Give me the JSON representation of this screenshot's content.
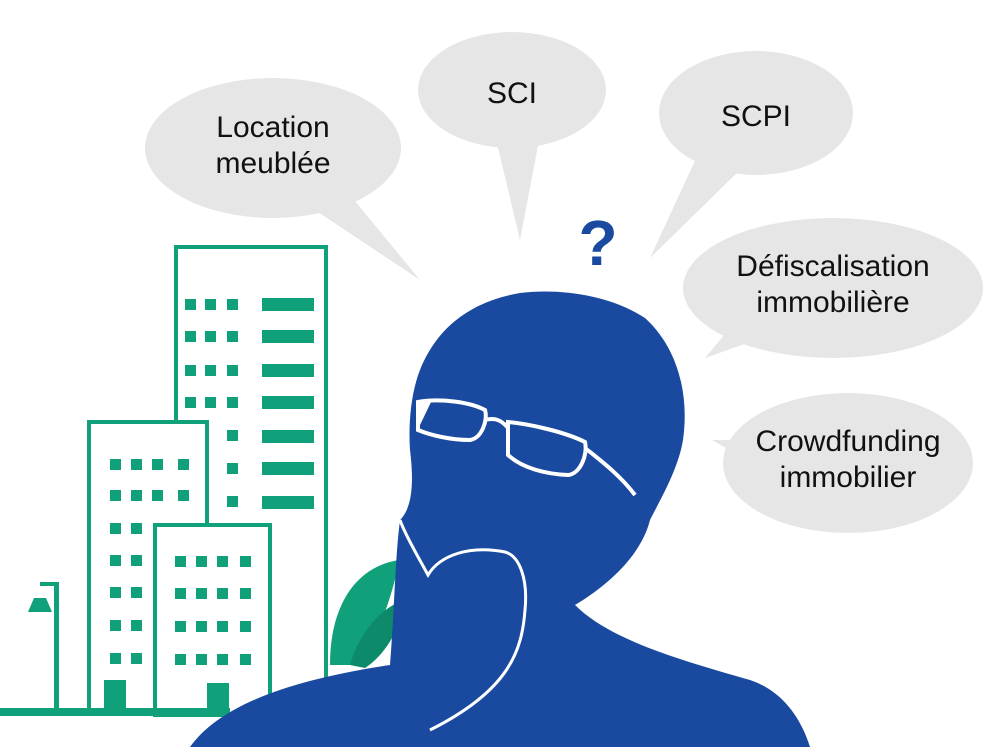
{
  "bubbles": {
    "location_meublee": [
      "Location",
      "meublée"
    ],
    "sci": [
      "SCI"
    ],
    "scpi": [
      "SCPI"
    ],
    "defiscalisation": [
      "Défiscalisation",
      "immobilière"
    ],
    "crowdfunding": [
      "Crowdfunding",
      "immobilier"
    ]
  },
  "question_mark": "?",
  "colors": {
    "bubble": "#e6e6e6",
    "person": "#1a4aa0",
    "building": "#10a07a",
    "background": "#ffffff"
  },
  "icons": [
    "thinking-person-icon",
    "buildings-icon",
    "street-lamp-icon",
    "plant-icon",
    "question-mark-icon"
  ]
}
